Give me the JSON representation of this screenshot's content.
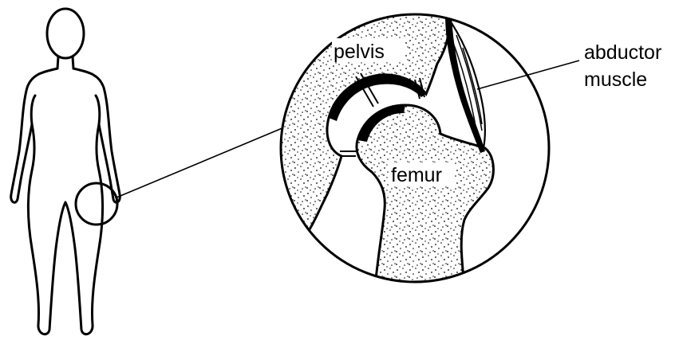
{
  "diagram": {
    "labels": {
      "pelvis": "pelvis",
      "femur": "femur",
      "abductor_line1": "abductor",
      "abductor_line2": "muscle"
    },
    "colors": {
      "ink": "#000000",
      "background": "#ffffff"
    }
  }
}
